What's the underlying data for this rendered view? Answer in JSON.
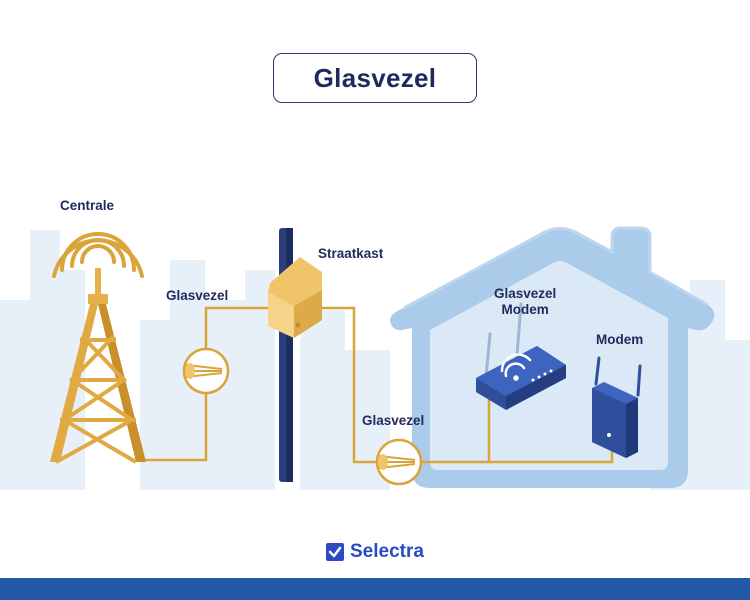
{
  "title": "Glasvezel",
  "labels": {
    "centrale": "Centrale",
    "glasvezel_left": "Glasvezel",
    "straatkast": "Straatkast",
    "glasvezel_modem_line1": "Glasvezel",
    "glasvezel_modem_line2": "Modem",
    "modem": "Modem",
    "glasvezel_bottom": "Glasvezel"
  },
  "brand": {
    "name": "Selectra",
    "icon": "checkmark-icon"
  },
  "colors": {
    "navy": "#1f2a5c",
    "gold": "#d9a43a",
    "house_fill": "#aacbea",
    "house_inner": "#dbe9f7",
    "skyline": "#e6eff8",
    "pole": "#2a3f7a",
    "brand_blue": "#2b4bc4",
    "footer": "#2358a8"
  }
}
